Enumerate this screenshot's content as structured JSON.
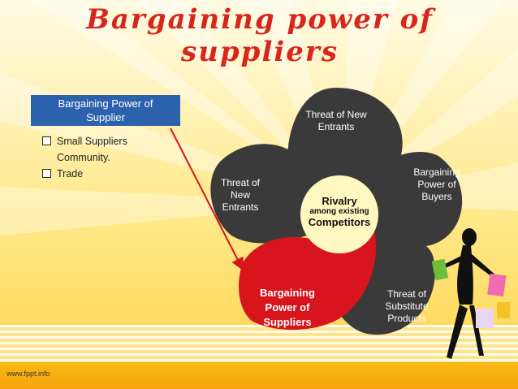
{
  "title": "Bargaining power of suppliers",
  "box": {
    "line1": "Bargaining Power of",
    "line2": "Supplier"
  },
  "bullets": [
    "Small Suppliers",
    "Community.",
    "Trade"
  ],
  "petals": {
    "new_top": [
      "Threat of New",
      "Entrants"
    ],
    "new_left": [
      "Threat of",
      "New",
      "Entrants"
    ],
    "buyers": [
      "Bargaining",
      "Power of",
      "Buyers"
    ],
    "substitute": [
      "Threat of",
      "Substitute",
      "Products"
    ],
    "suppliers": [
      "Bargaining",
      "Power of",
      "Suppliers"
    ]
  },
  "center": {
    "line1": "Rivalry",
    "line2": "among existing",
    "line3": "Competitors"
  },
  "footer": "www.fppt.info",
  "colors": {
    "title": "#d9261c",
    "box": "#2c62ad",
    "petal": "#3a3a3a",
    "highlight": "#d8141c"
  }
}
